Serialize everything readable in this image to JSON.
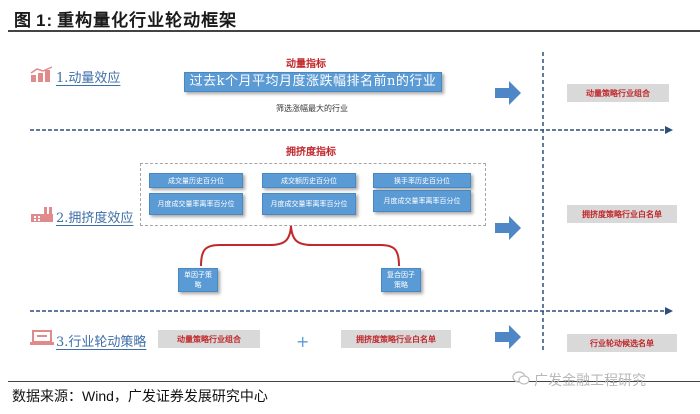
{
  "figure": {
    "label": "图",
    "number": "1:",
    "title": "重构量化行业轮动框架"
  },
  "stages": [
    {
      "label": "1.动量效应",
      "icon": "bar-chart-growth-icon"
    },
    {
      "label": "2.拥挤度效应",
      "icon": "factory-icon"
    },
    {
      "label": "3.行业轮动策略",
      "icon": "laptop-icon"
    }
  ],
  "momentum": {
    "title": "动量指标",
    "indicator": "过去k个月平均月度涨跌幅排名前n的行业",
    "note": "筛选涨幅最大的行业",
    "result": "动量策略行业组合"
  },
  "crowding": {
    "title": "拥挤度指标",
    "indicators": [
      "成交量历史百分位",
      "成交额历史百分位",
      "换手率历史百分位",
      "月度成交量率离率百分位",
      "月度成交量率离率百分位",
      "月度成交量率离率百分位"
    ],
    "strategies": [
      "单因子策略",
      "复合因子策略"
    ],
    "result": "拥挤度策略行业白名单"
  },
  "rotation": {
    "left": "动量策略行业组合",
    "operator": "+",
    "right": "拥挤度策略行业白名单",
    "result": "行业轮动候选名单"
  },
  "colors": {
    "accent_blue": "#5b9bd5",
    "axis_blue": "#2e4f7a",
    "label_red": "#c0282c",
    "icon_pink": "#e08a8c",
    "box_gray": "#d9d9d9"
  },
  "footer": {
    "source_prefix": "数据来源：",
    "source_latin": "Wind",
    "source_suffix": "，广发证券发展研究中心",
    "watermark": "广发金融工程研究"
  }
}
